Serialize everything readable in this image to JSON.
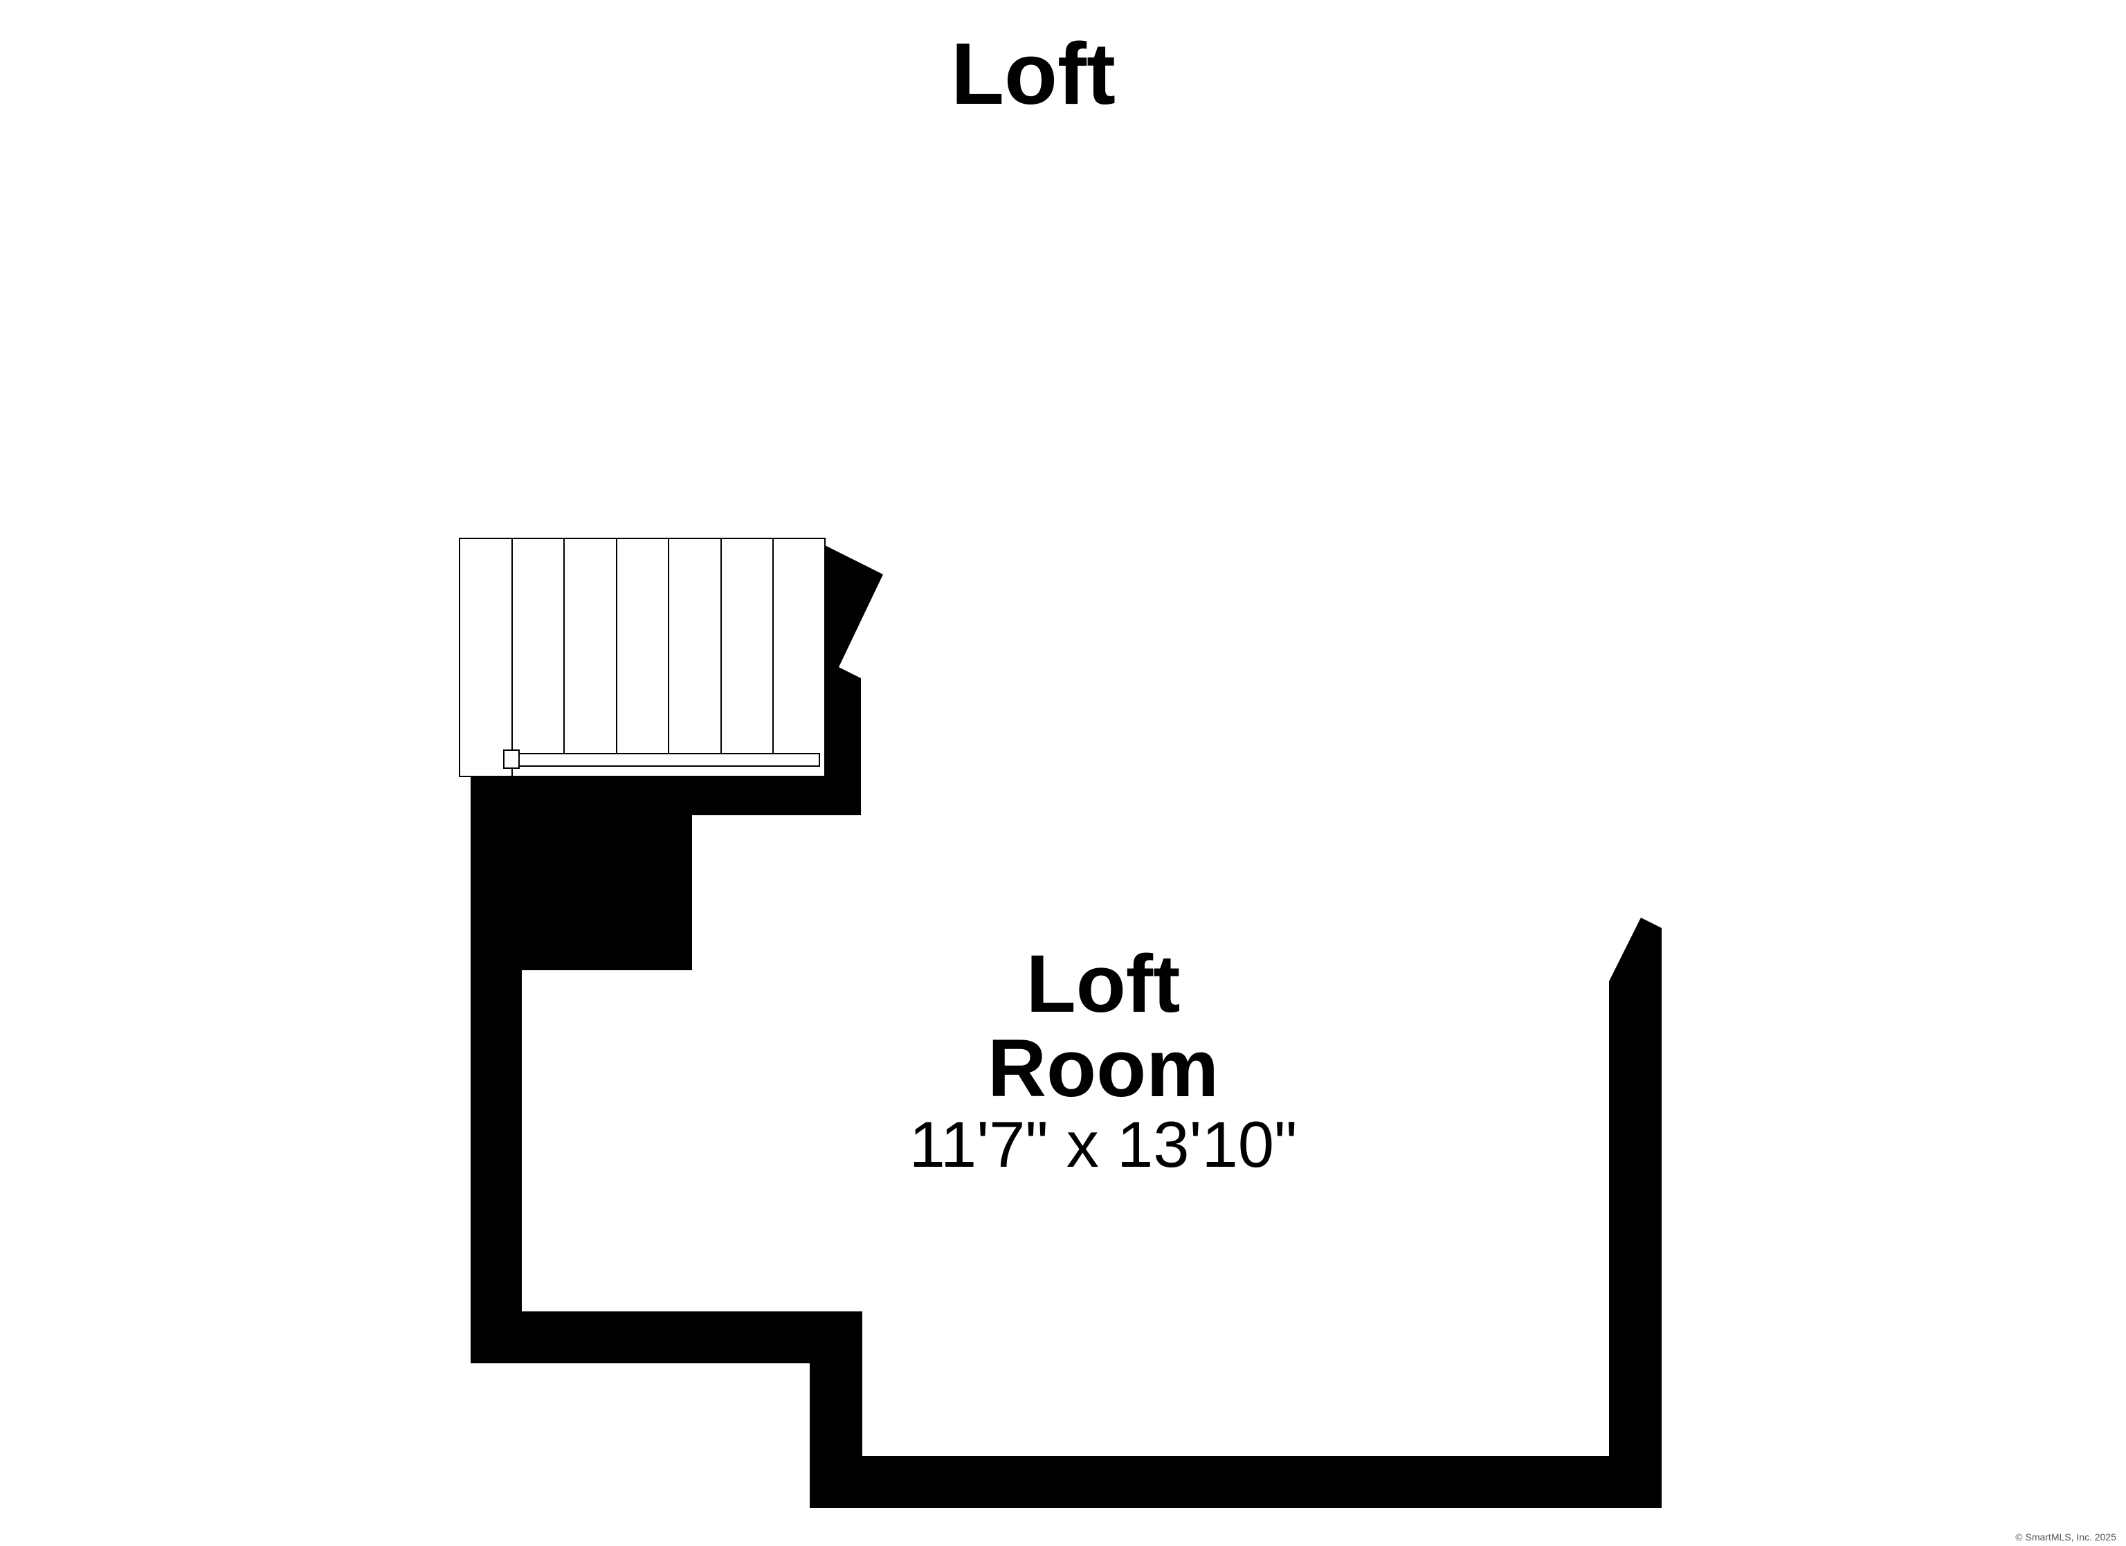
{
  "floor": {
    "title": "Loft"
  },
  "room": {
    "name_line1": "Loft",
    "name_line2": "Room",
    "dimensions": "11'7\" x 13'10\""
  },
  "footer": {
    "copyright": "© SmartMLS, Inc. 2025"
  },
  "colors": {
    "wall": "#000000",
    "background": "#ffffff",
    "stair_stroke": "#000000"
  },
  "stairs": {
    "tread_count": 7
  }
}
